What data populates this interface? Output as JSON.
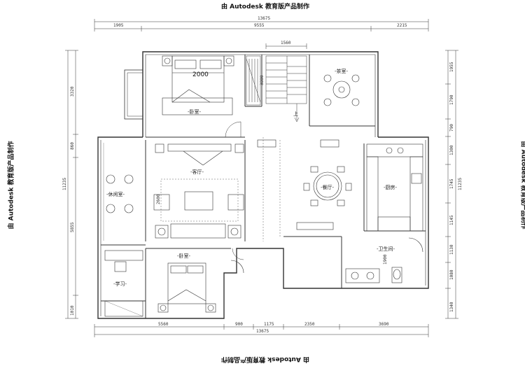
{
  "watermark": "由 Autodesk 教育版产品制作",
  "dimensions": {
    "top_total": "13675",
    "top_segments": [
      "1905",
      "9555",
      "2215"
    ],
    "stair_width": "1560",
    "bottom_segments": [
      "5560",
      "900",
      "1175",
      "2350",
      "3690"
    ],
    "bottom_total": "13675",
    "left_total": "11235",
    "left_segments": [
      "3320",
      "860",
      "5855",
      "1010"
    ],
    "right_total": "11235",
    "right_segments": [
      "1955",
      "1790",
      "790",
      "1300",
      "1745",
      "1145",
      "1130",
      "1080",
      "1340"
    ],
    "inner_marks": {
      "bed_width": "2000",
      "wardrobe": "3800",
      "tv_wall": "2600",
      "bath_wall": "1900"
    }
  },
  "rooms": {
    "master_bedroom": "-卧室-",
    "tea_room": "-茶室-",
    "living_room": "-客厅-",
    "dining_room": "-餐厅-",
    "kitchen": "-厨房-",
    "leisure_room": "-休闲室-",
    "bedroom2": "-卧室-",
    "study": "-学习-",
    "bathroom": "-卫生间-"
  },
  "stair_label": "上"
}
